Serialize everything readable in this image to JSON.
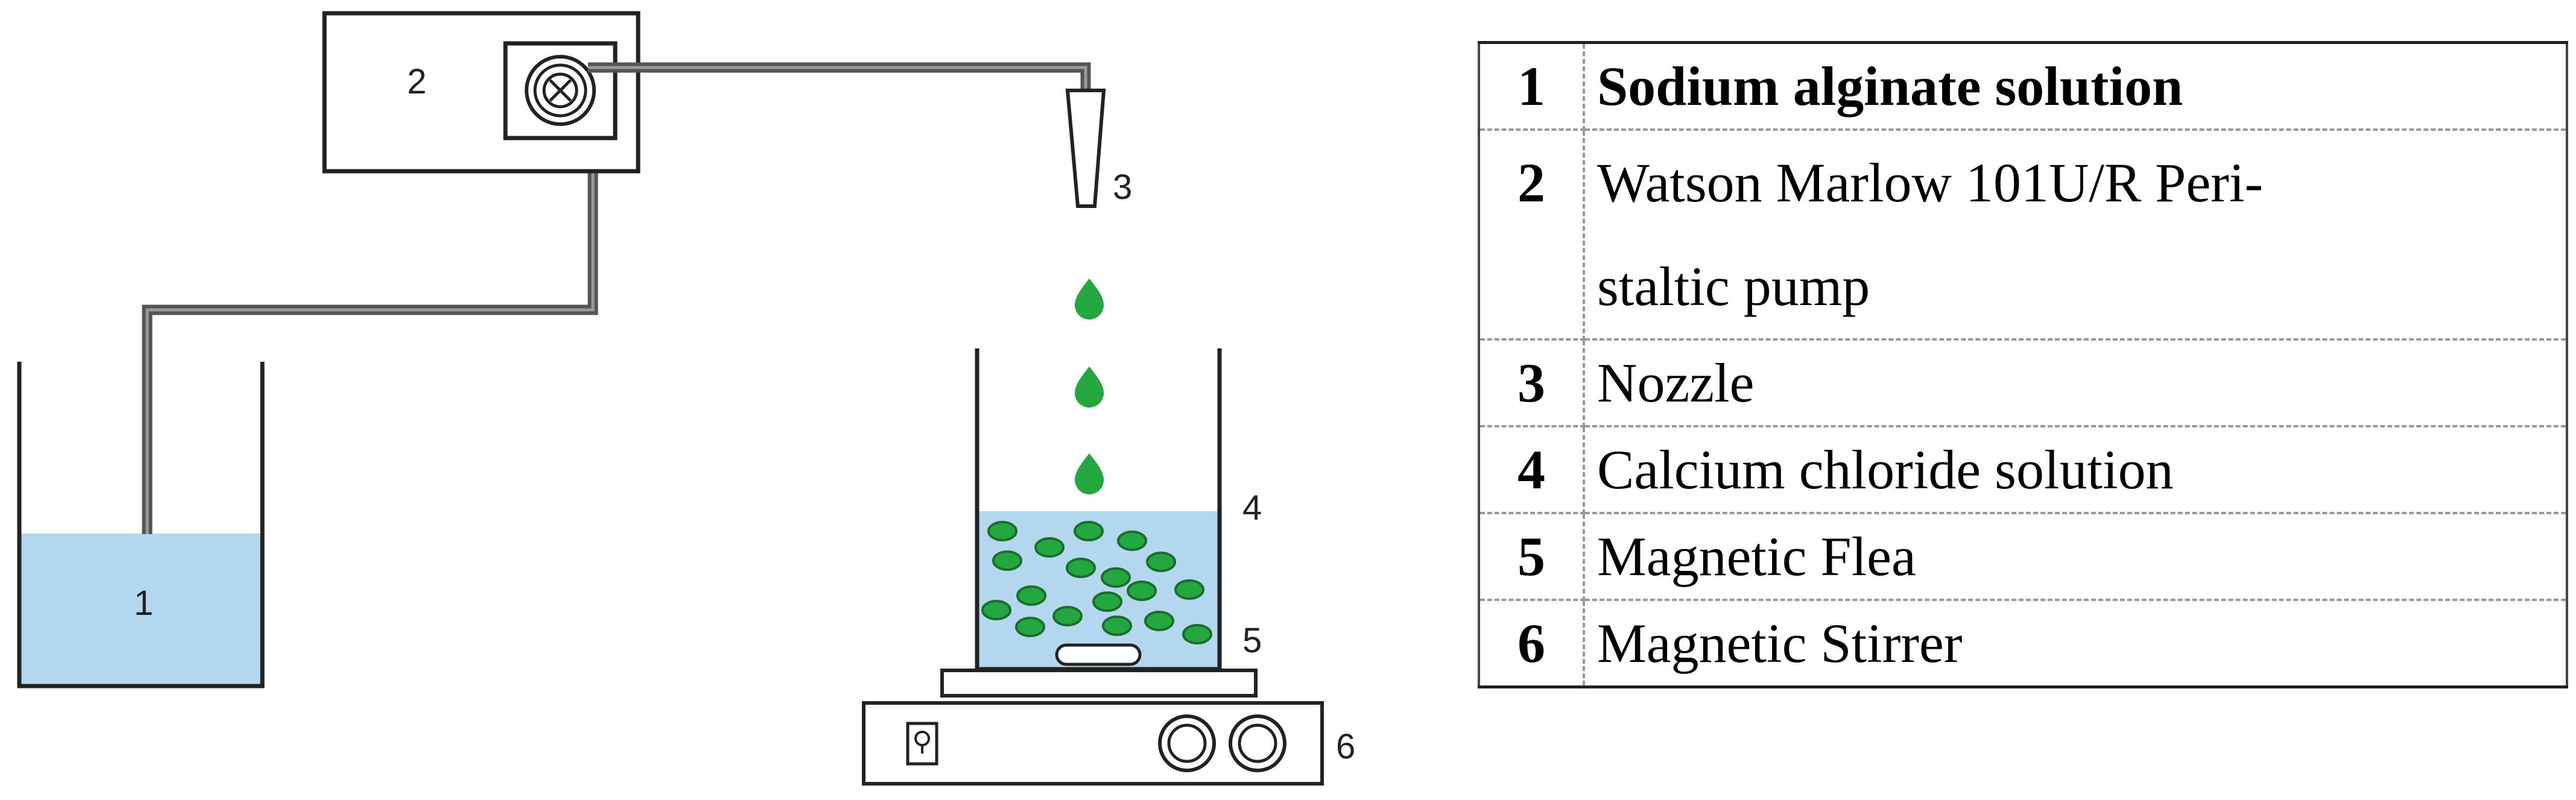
{
  "colors": {
    "liquid": "#b3d7ee",
    "bead": "#23a83f",
    "bead_stroke": "#1a6e2a",
    "line": "#222222",
    "tube": "#555555"
  },
  "diagram": {
    "labels": {
      "reservoir": "1",
      "pump": "2",
      "nozzle": "3",
      "beaker": "4",
      "flea": "5",
      "stirrer": "6"
    }
  },
  "legend": {
    "rows": [
      {
        "num": "1",
        "label_lines": [
          "Sodium alginate solution"
        ],
        "bold": true
      },
      {
        "num": "2",
        "label_lines": [
          "Watson Marlow 101U/R Peri-",
          "staltic pump"
        ],
        "bold": false
      },
      {
        "num": "3",
        "label_lines": [
          "Nozzle"
        ],
        "bold": false
      },
      {
        "num": "4",
        "label_lines": [
          "Calcium chloride solution"
        ],
        "bold": false
      },
      {
        "num": "5",
        "label_lines": [
          "Magnetic Flea"
        ],
        "bold": false
      },
      {
        "num": "6",
        "label_lines": [
          "Magnetic Stirrer"
        ],
        "bold": false
      }
    ]
  }
}
